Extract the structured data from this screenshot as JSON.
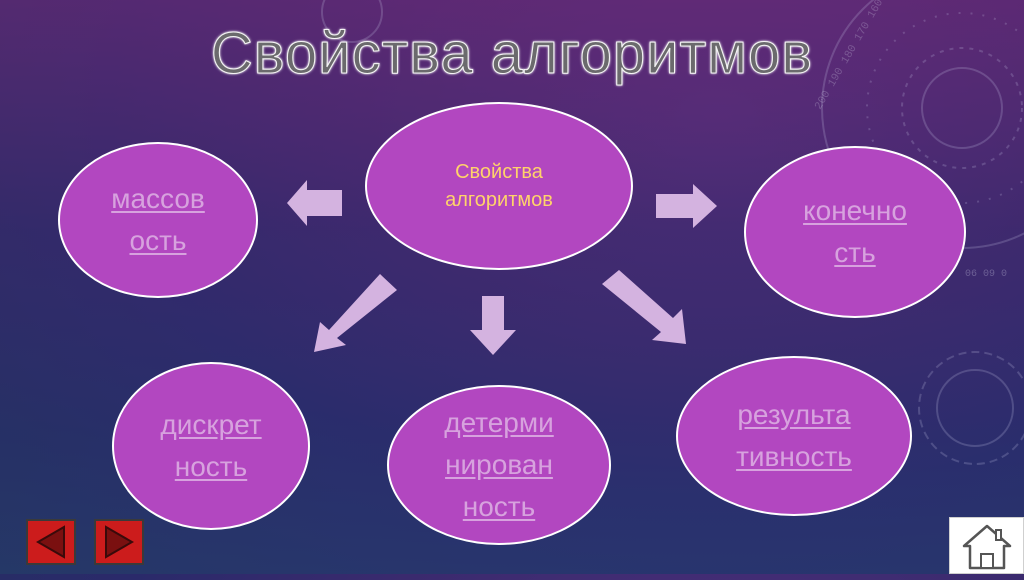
{
  "title": "Свойства алгоритмов",
  "center_node": {
    "line1": "Свойства",
    "line2": "алгоритмов"
  },
  "nodes": {
    "massovost": {
      "line1": "массов",
      "line2": "ость"
    },
    "konechnost": {
      "line1": "конечно",
      "line2": "сть"
    },
    "diskretnost": {
      "line1": "дискрет",
      "line2": "ность"
    },
    "determinirovannost": {
      "line1": "детерми",
      "line2": "нирован",
      "line3": "ность"
    },
    "rezultativnost": {
      "line1": "результа",
      "line2": "тивность"
    }
  },
  "deco_text": "200 190 180 170 160",
  "deco_digits": "06 09 0"
}
